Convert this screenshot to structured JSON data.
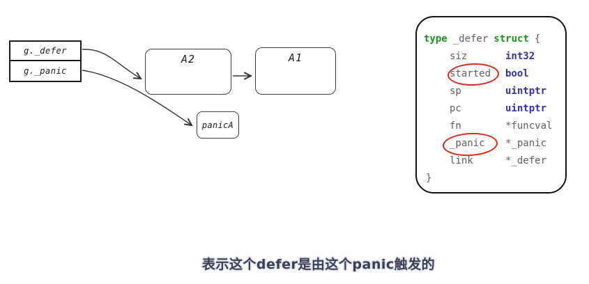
{
  "diagram": {
    "g_table": {
      "rows": [
        {
          "label": "g._defer"
        },
        {
          "label": "g._panic"
        }
      ]
    },
    "nodes": [
      {
        "id": "A2",
        "label": "A2"
      },
      {
        "id": "A1",
        "label": "A1"
      },
      {
        "id": "panicA",
        "label": "panicA"
      }
    ]
  },
  "code_panel": {
    "header": {
      "kw1": "type",
      "name": "_defer",
      "kw2": "struct",
      "brace": "{"
    },
    "fields": [
      {
        "name": "siz",
        "type": "int32",
        "circled": false
      },
      {
        "name": "started",
        "type": "bool",
        "circled": true
      },
      {
        "name": "sp",
        "type": "uintptr",
        "circled": false
      },
      {
        "name": "pc",
        "type": "uintptr",
        "circled": false
      },
      {
        "name": "fn",
        "type": "*funcval",
        "circled": false
      },
      {
        "name": "_panic",
        "type": "*_panic",
        "circled": true
      },
      {
        "name": "link",
        "type": "*_defer",
        "circled": false
      }
    ],
    "closing_brace": "}"
  },
  "subtitle": {
    "text": "表示这个defer是由这个panic触发的"
  },
  "colors": {
    "keyword_green": "#1f9320",
    "type_blue": "#3333a3",
    "code_gray": "#5f5f5f",
    "circle_red": "#d8271c",
    "subtitle_fill": "#3b4155",
    "subtitle_outline": "#e3e5ec",
    "arrow_stroke": "#333333"
  }
}
